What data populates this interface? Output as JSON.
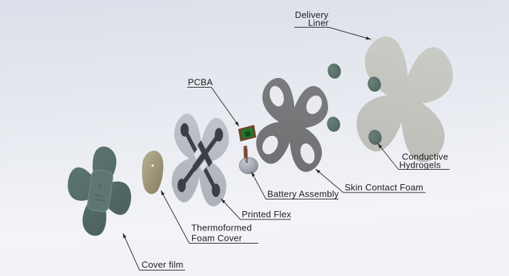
{
  "diagram": {
    "type": "exploded-assembly-view",
    "labels": {
      "delivery_line1": "Delivery",
      "delivery_line2": "Liner",
      "pcba": "PCBA",
      "hydrogels_line1": "Conductive",
      "hydrogels_line2": "Hydrogels",
      "skin_contact_foam": "Skin Contact Foam",
      "battery_assembly": "Battery Assembly",
      "printed_flex": "Printed Flex",
      "foam_cover_line1": "Thermoformed",
      "foam_cover_line2": "Foam Cover",
      "cover_film": "Cover film"
    },
    "parts": [
      {
        "name": "cover-film",
        "color": "#536964"
      },
      {
        "name": "thermoformed-foam-cover",
        "color": "#a29a7d"
      },
      {
        "name": "printed-flex",
        "color": "#b8bcc5",
        "trace_color": "#3c4046"
      },
      {
        "name": "pcba",
        "color": "#217a2e"
      },
      {
        "name": "battery-assembly",
        "color": "#9aa0aa",
        "tab_color": "#7a4a33"
      },
      {
        "name": "skin-contact-foam",
        "color": "#747678"
      },
      {
        "name": "conductive-hydrogels",
        "count": 4,
        "color": "#5b706b"
      },
      {
        "name": "delivery-liner",
        "color": "#c4c6c0"
      }
    ],
    "colors": {
      "background_top": "#dbdfe9",
      "background_bottom": "#f3f4f8",
      "label_text": "#1c1c1c",
      "leader_line": "#2b2b2b"
    }
  }
}
